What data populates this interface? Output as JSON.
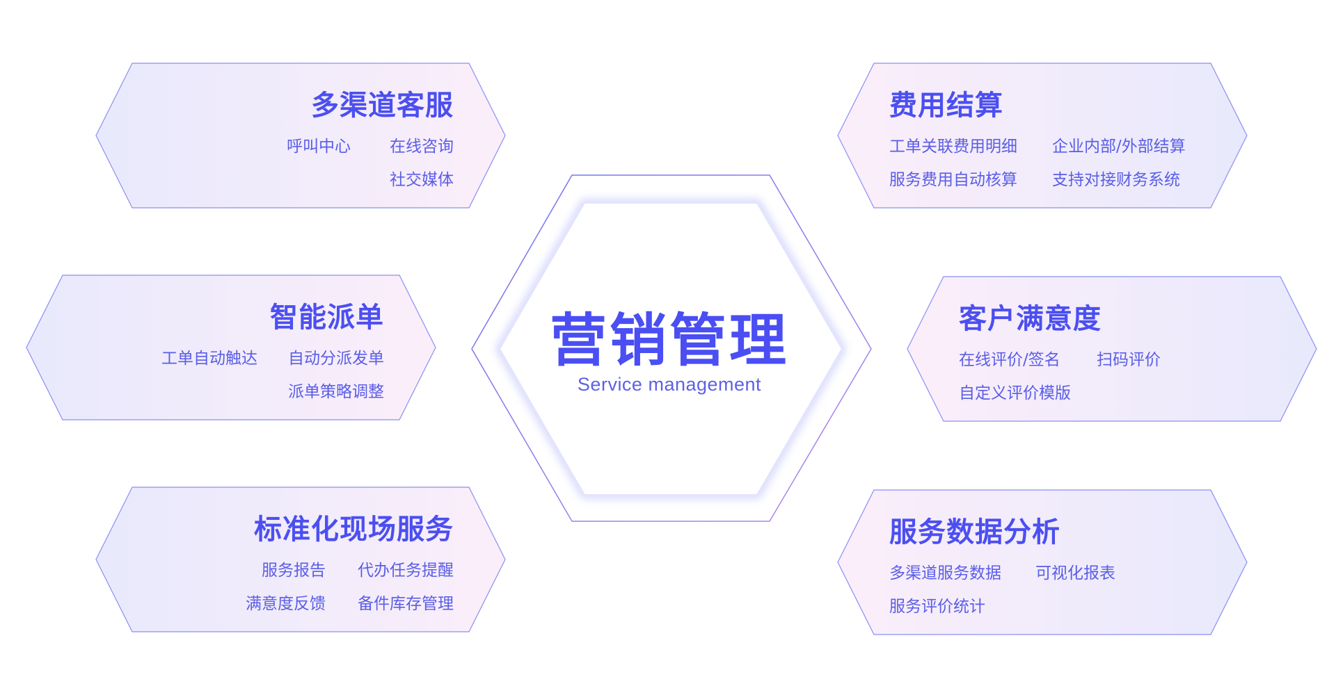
{
  "center": {
    "title": "营销管理",
    "subtitle": "Service management"
  },
  "cards": [
    {
      "title": "多渠道客服",
      "items": [
        "呼叫中心",
        "在线咨询",
        "社交媒体"
      ]
    },
    {
      "title": "智能派单",
      "items": [
        "工单自动触达",
        "自动分派发单",
        "派单策略调整"
      ]
    },
    {
      "title": "标准化现场服务",
      "items": [
        "服务报告",
        "代办任务提醒",
        "满意度反馈",
        "备件库存管理"
      ]
    },
    {
      "title": "费用结算",
      "items": [
        "工单关联费用明细",
        "企业内部/外部结算",
        "服务费用自动核算",
        "支持对接财务系统"
      ]
    },
    {
      "title": "客户满意度",
      "items": [
        "在线评价/签名",
        "扫码评价",
        "自定义评价模版"
      ]
    },
    {
      "title": "服务数据分析",
      "items": [
        "多渠道服务数据",
        "可视化报表",
        "服务评价统计"
      ]
    }
  ],
  "colors": {
    "title": "#4b4ff0",
    "text": "#5a5ee6",
    "hex_border": "#8a8ef4",
    "card_fill_start": "#e8e9fc",
    "card_fill_end": "#fbeefa"
  }
}
